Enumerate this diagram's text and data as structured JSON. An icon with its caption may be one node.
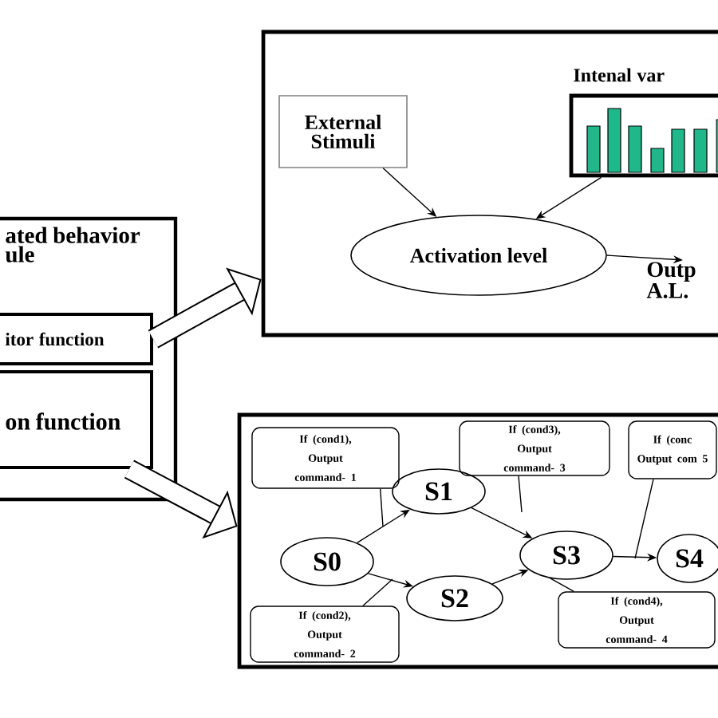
{
  "diagram": {
    "nodes": [
      {
        "text": [
          "ated behavior ule"
        ]
      },
      {
        "text": [
          "itor function"
        ],
        "in": 0
      },
      {
        "text": [
          "on function"
        ],
        "in": 0
      },
      {
        "text": [],
        "shape": "box"
      },
      {
        "text": [
          "External Stimuli"
        ],
        "in": 3
      },
      {
        "text": [
          "Intenal var"
        ],
        "in": 3
      },
      {
        "text": [
          "Activation level"
        ],
        "in": 3
      },
      {
        "text": [
          "Outp A.L."
        ],
        "in": 3
      },
      {
        "text": [],
        "shape": "box"
      },
      {
        "text": [
          "S0"
        ],
        "in": 8
      },
      {
        "text": [
          "S1"
        ],
        "in": 8
      },
      {
        "text": [
          "S2"
        ],
        "in": 8
      },
      {
        "text": [
          "S3"
        ],
        "in": 8
      },
      {
        "text": [
          "S4"
        ],
        "in": 8
      },
      {
        "text": [
          "If (cond1), Output command- 1"
        ],
        "in": 8
      },
      {
        "text": [
          "If (cond2), Output command- 2"
        ],
        "in": 8
      },
      {
        "text": [
          "If (cond3), Output command- 3"
        ],
        "in": 8
      },
      {
        "text": [
          "If (cond4), Output command- 4"
        ],
        "in": 8
      },
      {
        "text": [
          "If (conc Output com 5"
        ],
        "in": 8
      }
    ],
    "edges": [
      {
        "from": 1,
        "to": 3,
        "arrow": "to",
        "style": "thick"
      },
      {
        "from": 2,
        "to": 8,
        "arrow": "to",
        "style": "thick"
      },
      {
        "from": 4,
        "to": 6,
        "arrow": "to"
      },
      {
        "from": 5,
        "to": 6,
        "arrow": "to"
      },
      {
        "from": 6,
        "to": 7,
        "arrow": "to"
      },
      {
        "from": 9,
        "to": 10,
        "arrow": "to"
      },
      {
        "from": 9,
        "to": 11,
        "arrow": "to"
      },
      {
        "from": 10,
        "to": 12,
        "arrow": "to"
      },
      {
        "from": 11,
        "to": 12,
        "arrow": "to"
      },
      {
        "from": 12,
        "to": 13,
        "arrow": "to"
      },
      {
        "from": 14,
        "to": null,
        "arrow": "none"
      },
      {
        "from": 15,
        "to": null,
        "arrow": "none"
      },
      {
        "from": 16,
        "to": null,
        "arrow": "none"
      },
      {
        "from": 17,
        "to": 12,
        "arrow": "none"
      },
      {
        "from": 18,
        "to": null,
        "arrow": "none"
      }
    ]
  }
}
